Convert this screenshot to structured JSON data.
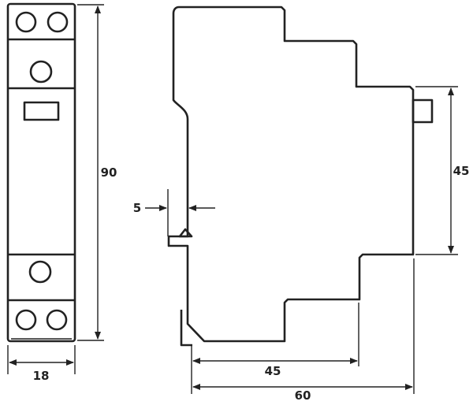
{
  "dimensions": {
    "front_width": "18",
    "front_height": "90",
    "rail_offset": "5",
    "front_depth": "45",
    "side_height": "45",
    "total_depth": "60"
  }
}
